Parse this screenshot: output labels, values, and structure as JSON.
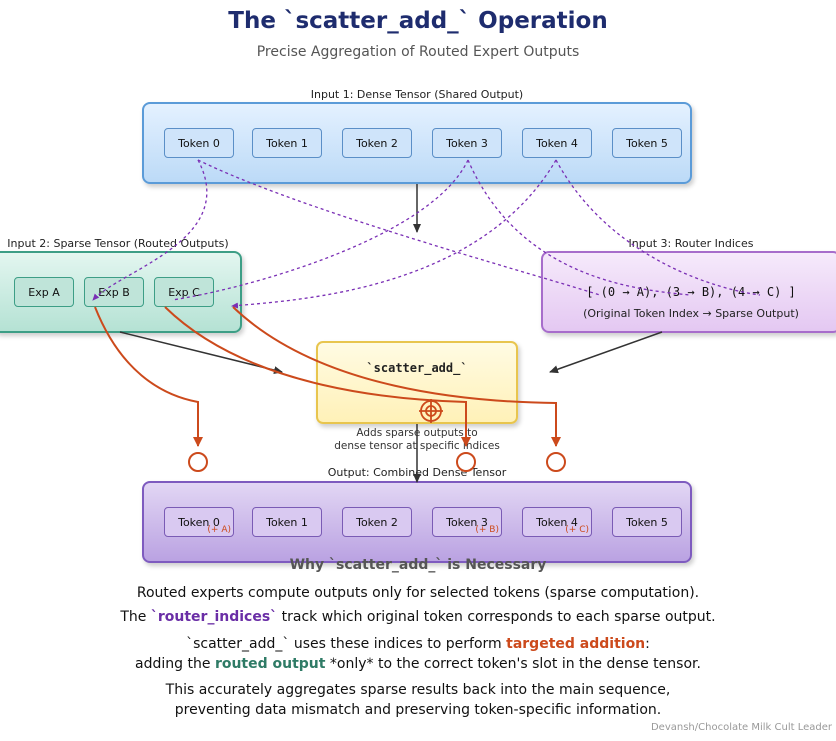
{
  "header": {
    "title": "The `scatter_add_` Operation",
    "subtitle": "Precise Aggregation of Routed Expert Outputs"
  },
  "dense_input": {
    "label": "Input 1: Dense Tensor (Shared Output)",
    "tokens": [
      "Token 0",
      "Token 1",
      "Token 2",
      "Token 3",
      "Token 4",
      "Token 5"
    ]
  },
  "sparse_input": {
    "label": "Input 2: Sparse Tensor (Routed Outputs)",
    "experts": [
      "Exp A",
      "Exp B",
      "Exp C"
    ]
  },
  "router_indices": {
    "label": "Input 3: Router Indices",
    "mapping": "[ (0 → A), (3 → B), (4 → C) ]",
    "caption": "(Original Token Index → Sparse Output)"
  },
  "scatter_op": {
    "label": "`scatter_add_`",
    "desc_line1": "Adds sparse outputs to",
    "desc_line2": "dense tensor at specific indices"
  },
  "output": {
    "label": "Output: Combined Dense Tensor",
    "tokens": [
      "Token 0",
      "Token 1",
      "Token 2",
      "Token 3",
      "Token 4",
      "Token 5"
    ],
    "additions": {
      "t0": "(+ A)",
      "t3": "(+ B)",
      "t4": "(+ C)"
    }
  },
  "explanation": {
    "heading": "Why `scatter_add_` is Necessary",
    "line1": "Routed experts compute outputs only for selected tokens (sparse computation).",
    "line2_pre": "The ",
    "line2_kw": "`router_indices`",
    "line2_post": " track which original token corresponds to each sparse output.",
    "line3_pre": "`scatter_add_` uses these indices to perform ",
    "line3_kw": "targeted addition",
    "line3_post": ":",
    "line4_pre": "adding the ",
    "line4_kw": "routed output",
    "line4_post": " *only* to the correct token's slot in the dense tensor.",
    "line5": "This accurately aggregates sparse results back into the main sequence,",
    "line6": "preventing data mismatch and preserving token-specific information."
  },
  "footer": {
    "credit": "Devansh/Chocolate Milk Cult Leader"
  },
  "colors": {
    "title": "#1e2c6e",
    "routing_dotted": "#7a2fb5",
    "scatter_arrow": "#cc4a1c",
    "flow_arrow": "#333333"
  }
}
